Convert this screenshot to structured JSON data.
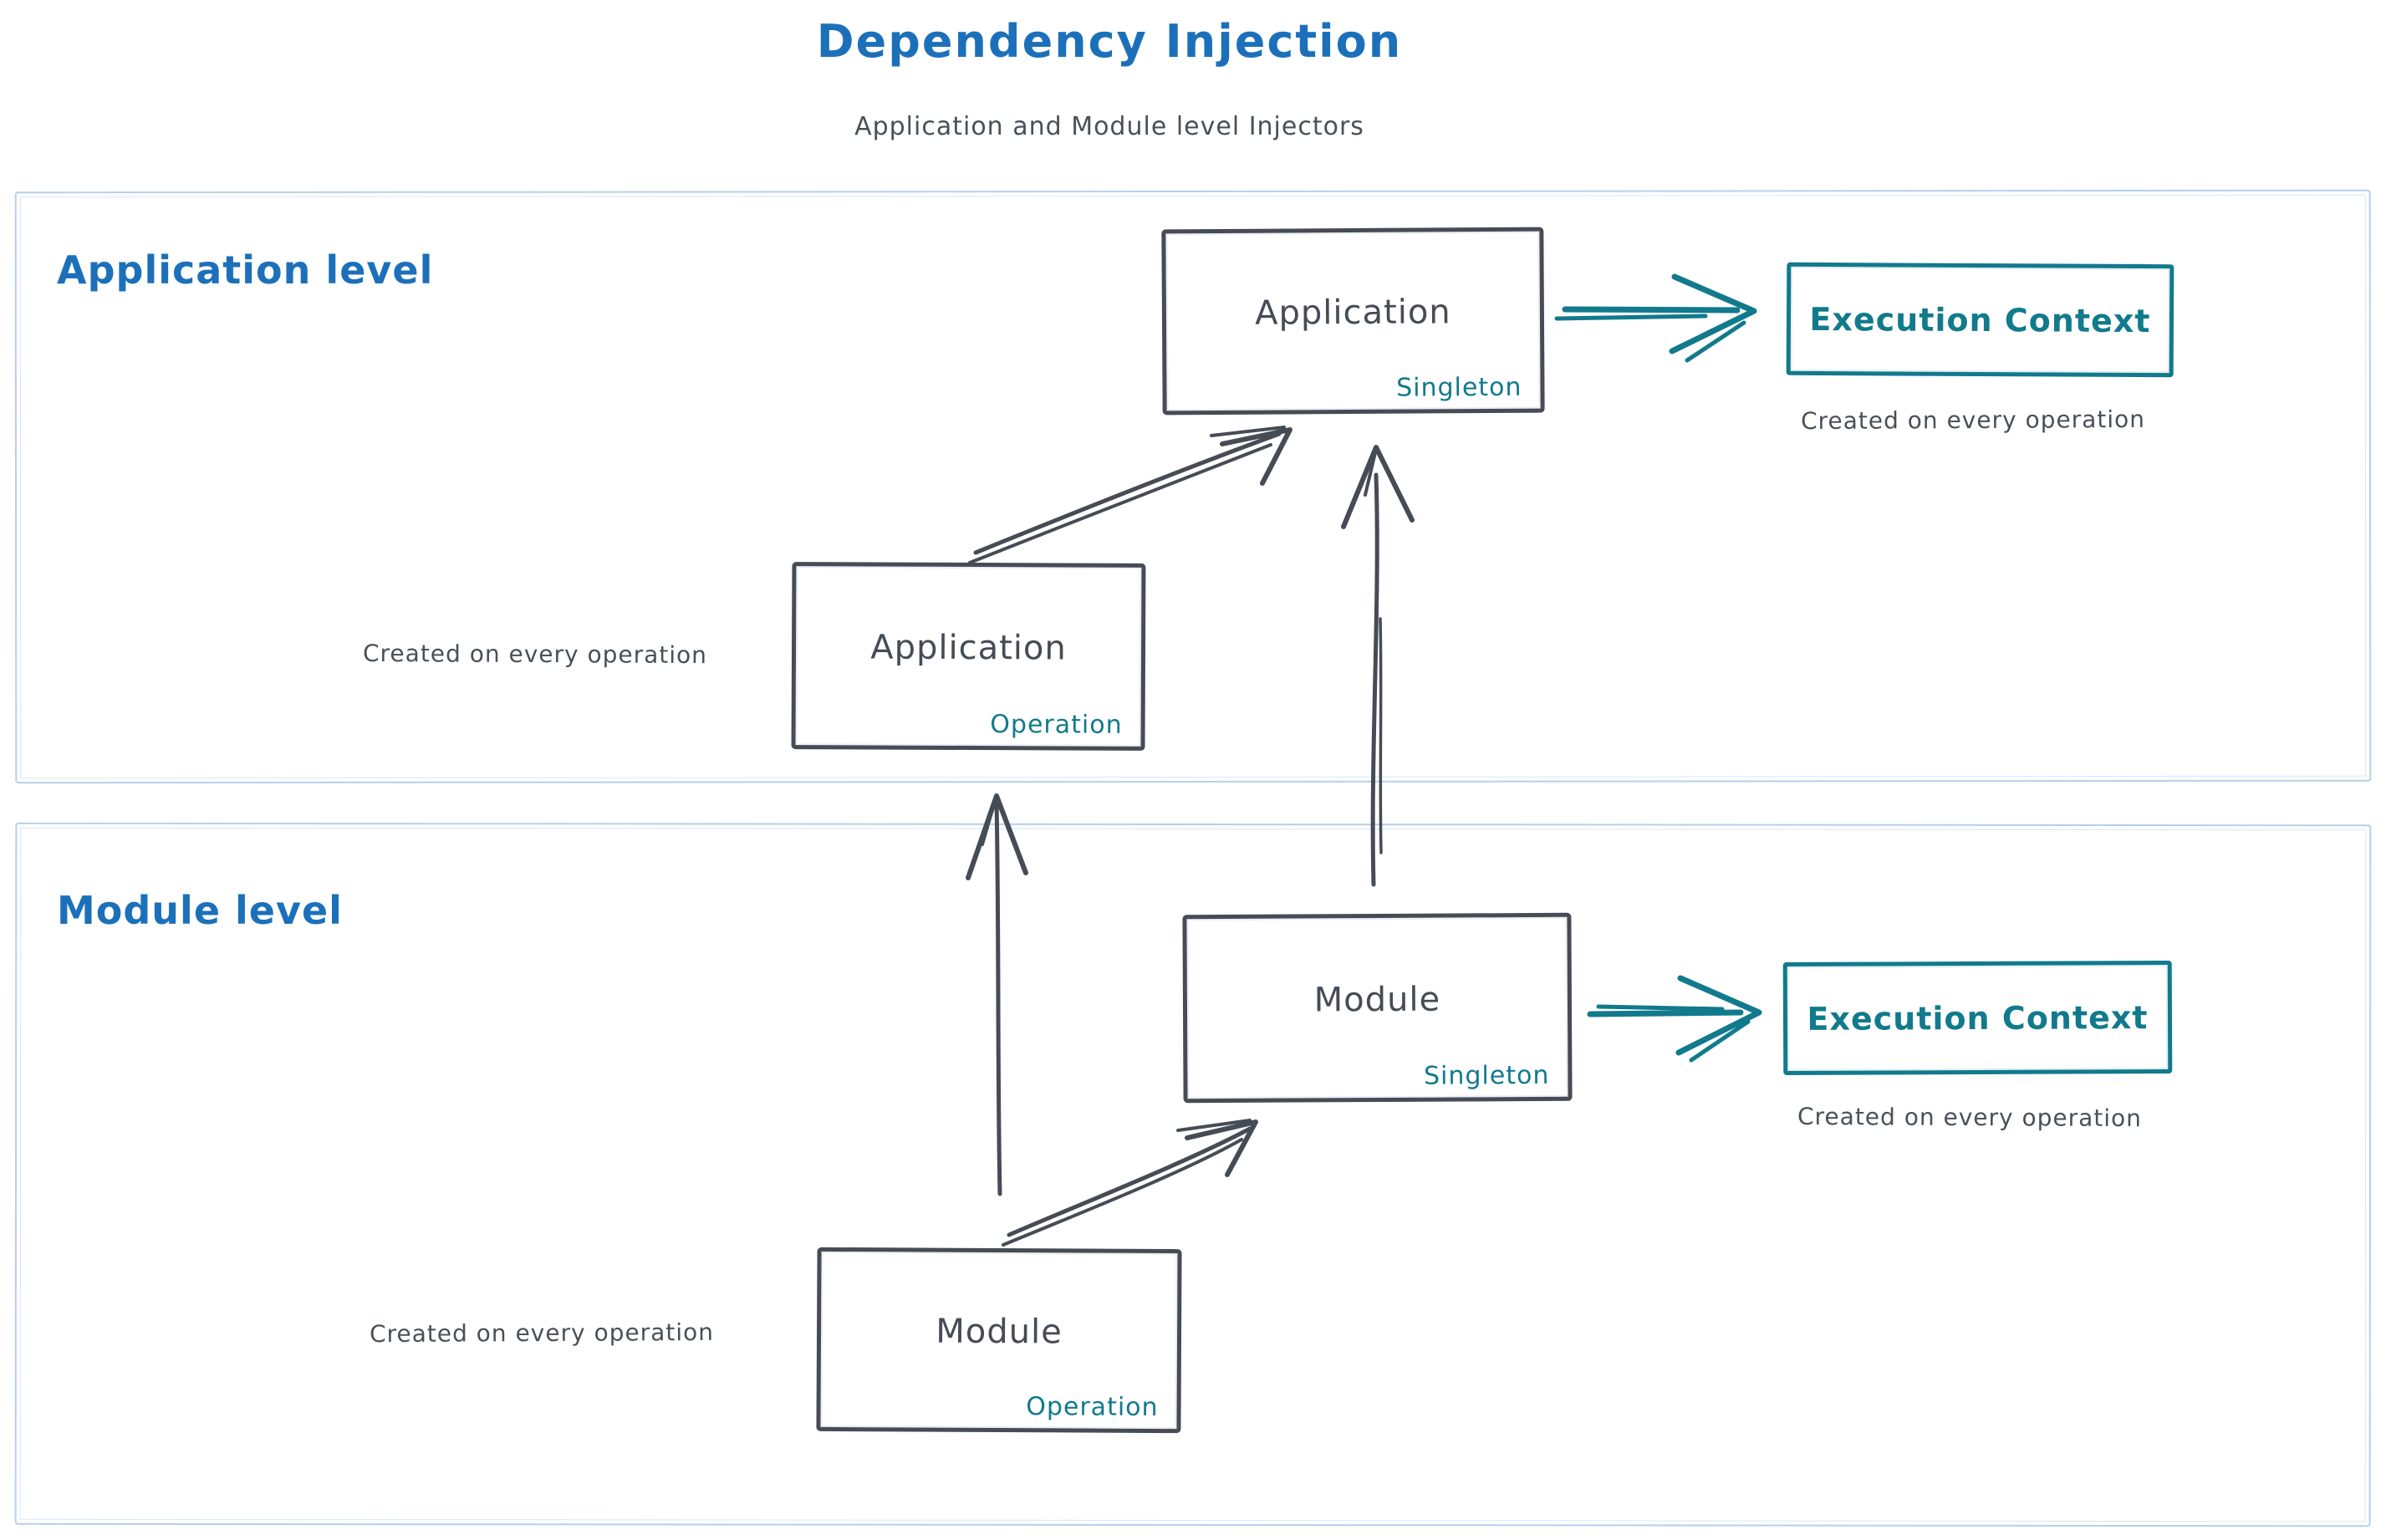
{
  "title": "Dependency Injection",
  "subtitle": "Application and Module level Injectors",
  "colors": {
    "heading_blue": "#1c70ba",
    "stroke_slate": "#464c55",
    "accent_teal": "#117a8c",
    "container_border_blue": "#b6cfea",
    "background": "#ffffff"
  },
  "sections": {
    "application": {
      "label": "Application level"
    },
    "module": {
      "label": "Module level"
    }
  },
  "boxes": {
    "application_singleton": {
      "title": "Application",
      "scope": "Singleton"
    },
    "application_operation": {
      "title": "Application",
      "scope": "Operation"
    },
    "module_singleton": {
      "title": "Module",
      "scope": "Singleton"
    },
    "module_operation": {
      "title": "Module",
      "scope": "Operation"
    },
    "execution_context_application": {
      "title": "Execution Context"
    },
    "execution_context_module": {
      "title": "Execution Context"
    }
  },
  "captions": {
    "execution_context_application": "Created on every operation",
    "application_operation": "Created on every operation",
    "execution_context_module": "Created on every operation",
    "module_operation": "Created on every operation"
  },
  "arrows": [
    {
      "name": "application-operation-to-application-singleton"
    },
    {
      "name": "module-singleton-to-application-singleton"
    },
    {
      "name": "module-operation-to-application-operation"
    },
    {
      "name": "module-operation-to-module-singleton"
    },
    {
      "name": "application-singleton-to-execution-context"
    },
    {
      "name": "module-singleton-to-execution-context"
    }
  ]
}
